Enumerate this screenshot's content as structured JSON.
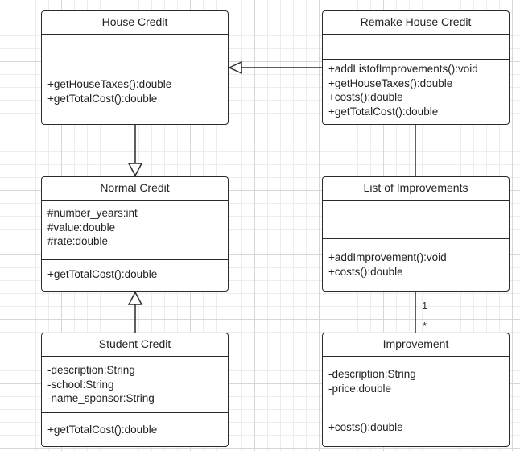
{
  "classes": {
    "house_credit": {
      "name": "House Credit",
      "attributes": [],
      "methods": [
        "+getHouseTaxes():double",
        "+getTotalCost():double"
      ]
    },
    "remake_house_credit": {
      "name": "Remake House Credit",
      "attributes": [],
      "methods": [
        "+addListofImprovements():void",
        "+getHouseTaxes():double",
        "+costs():double",
        "+getTotalCost():double"
      ]
    },
    "normal_credit": {
      "name": "Normal Credit",
      "attributes": [
        "#number_years:int",
        "#value:double",
        "#rate:double"
      ],
      "methods": [
        "+getTotalCost():double"
      ]
    },
    "list_of_improvements": {
      "name": "List of Improvements",
      "attributes": [],
      "methods": [
        "+addImprovement():void",
        "+costs():double"
      ]
    },
    "student_credit": {
      "name": "Student Credit",
      "attributes": [
        "-description:String",
        "-school:String",
        "-name_sponsor:String"
      ],
      "methods": [
        "+getTotalCost():double"
      ]
    },
    "improvement": {
      "name": "Improvement",
      "attributes": [
        "-description:String",
        "-price:double"
      ],
      "methods": [
        "+costs():double"
      ]
    }
  },
  "multiplicity": {
    "list_side": "1",
    "improvement_side": "*"
  }
}
